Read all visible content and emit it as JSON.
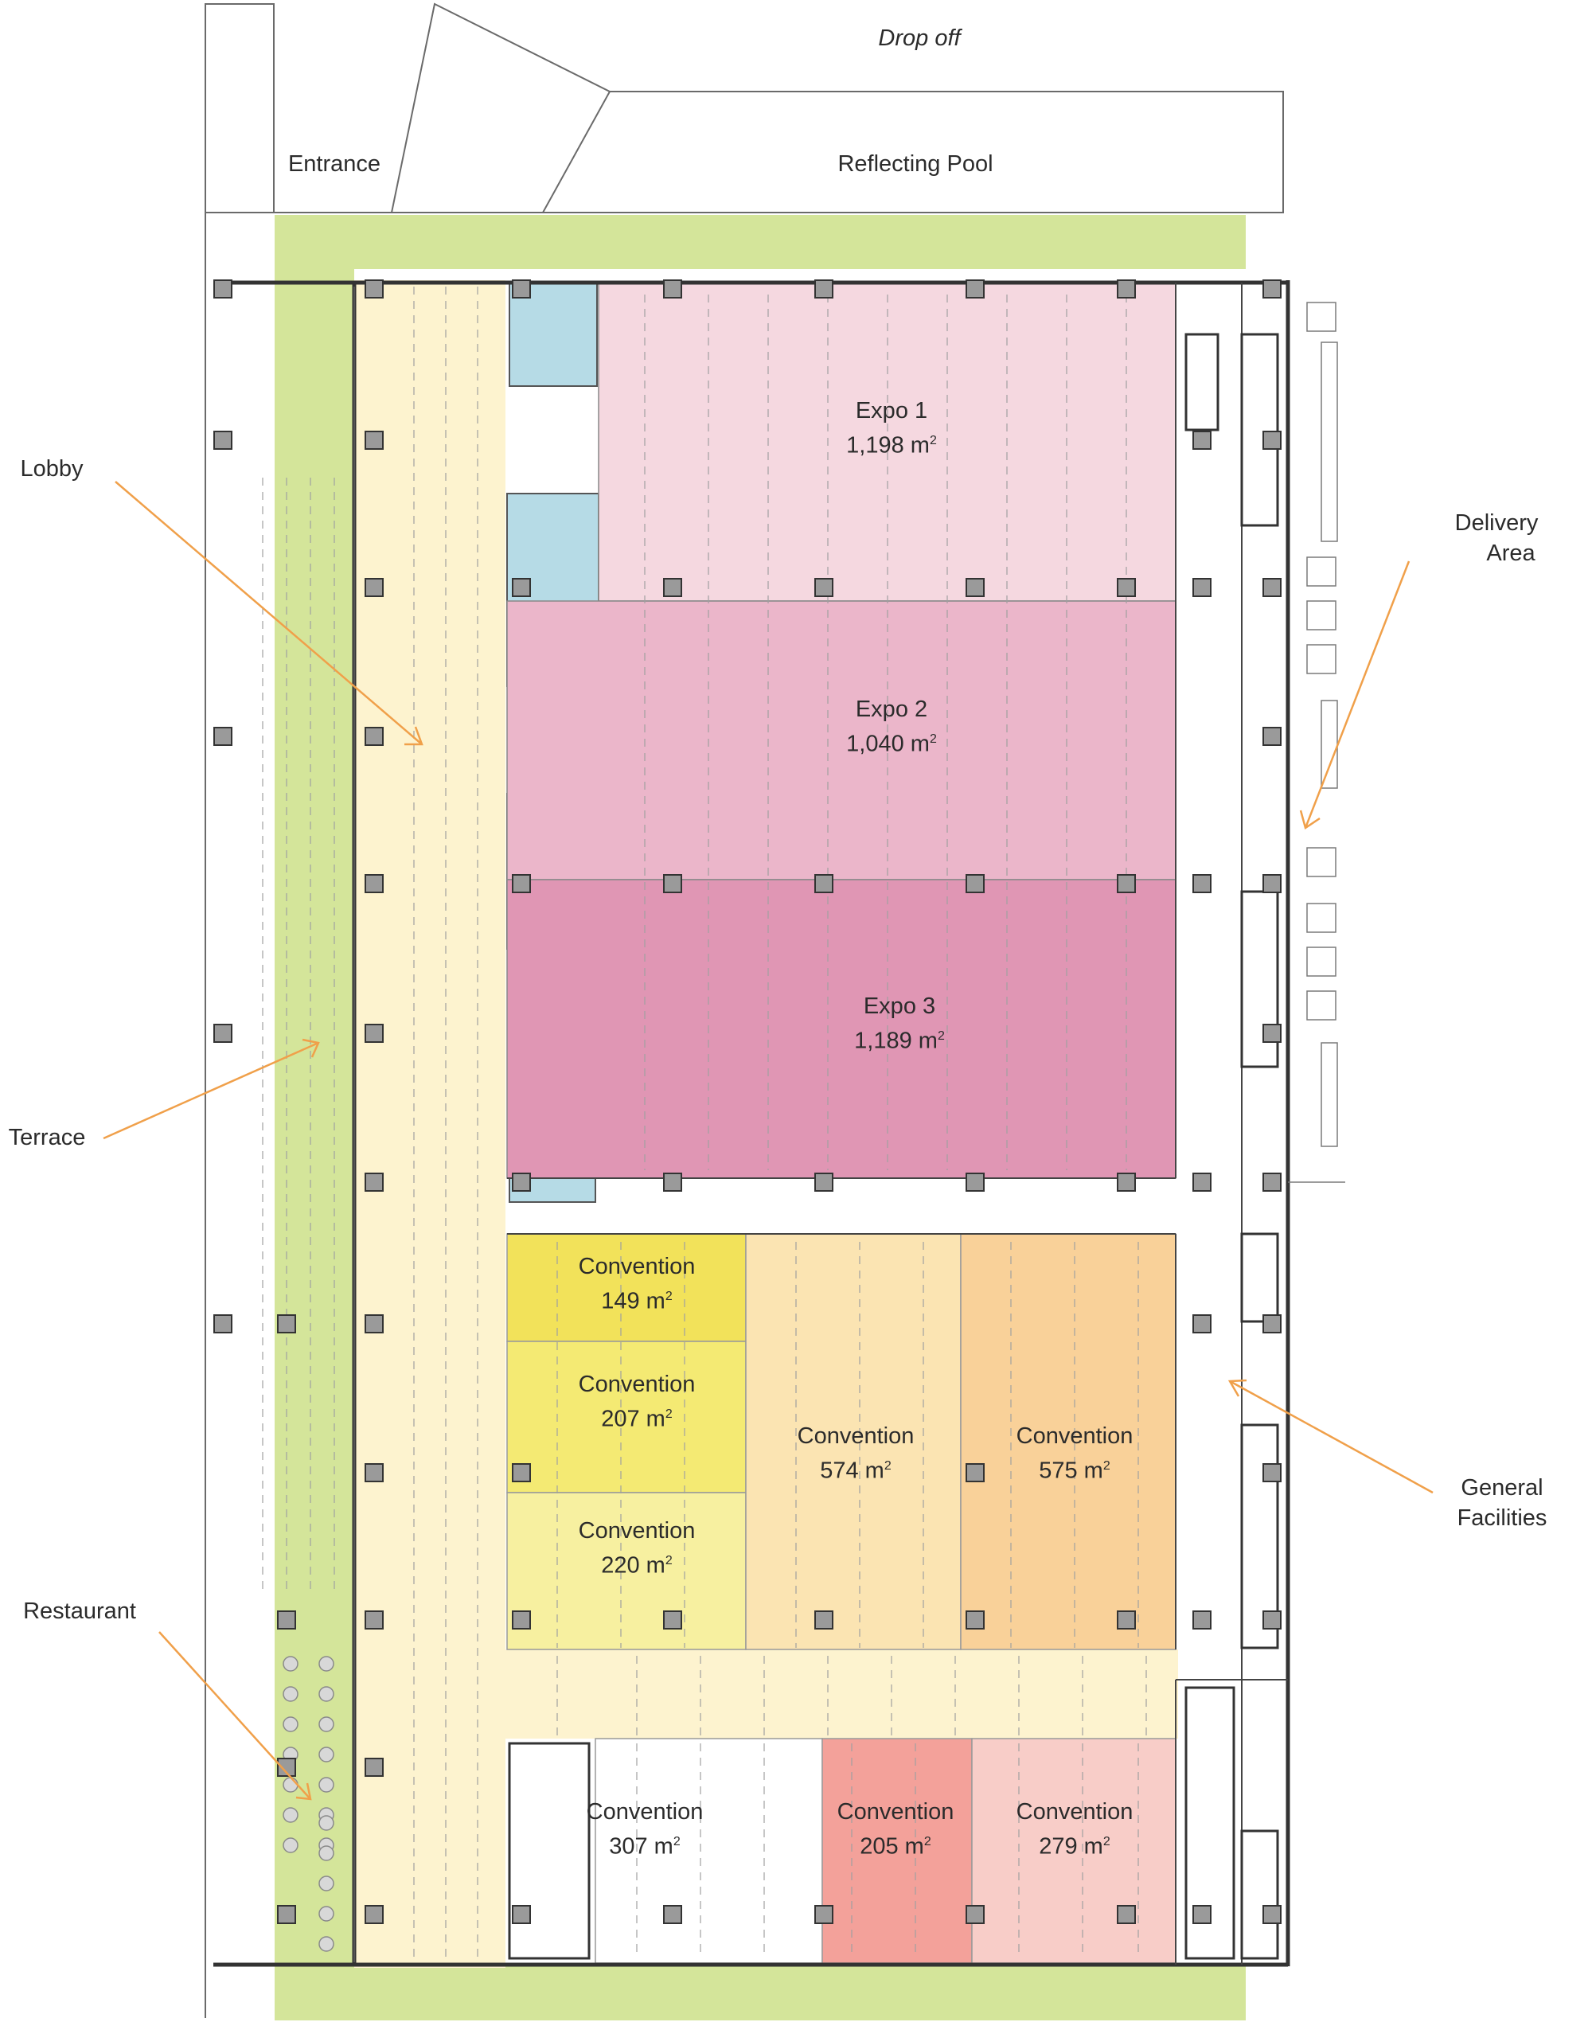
{
  "site": {
    "drop_off": "Drop off",
    "entrance": "Entrance",
    "reflecting_pool": "Reflecting Pool"
  },
  "callouts": {
    "lobby": "Lobby",
    "terrace": "Terrace",
    "restaurant": "Restaurant",
    "delivery_line1": "Delivery",
    "delivery_line2": "Area",
    "general_line1": "General",
    "general_line2": "Facilities"
  },
  "rooms": {
    "expo1": {
      "name": "Expo 1",
      "area": "1,198 m",
      "unit_sup": "2"
    },
    "expo2": {
      "name": "Expo 2",
      "area": "1,040 m",
      "unit_sup": "2"
    },
    "expo3": {
      "name": "Expo 3",
      "area": "1,189 m",
      "unit_sup": "2"
    },
    "conv149": {
      "name": "Convention",
      "area": "149 m",
      "unit_sup": "2"
    },
    "conv207": {
      "name": "Convention",
      "area": "207 m",
      "unit_sup": "2"
    },
    "conv220": {
      "name": "Convention",
      "area": "220 m",
      "unit_sup": "2"
    },
    "conv574": {
      "name": "Convention",
      "area": "574 m",
      "unit_sup": "2"
    },
    "conv575": {
      "name": "Convention",
      "area": "575 m",
      "unit_sup": "2"
    },
    "conv307": {
      "name": "Convention",
      "area": "307 m",
      "unit_sup": "2"
    },
    "conv205": {
      "name": "Convention",
      "area": "205 m",
      "unit_sup": "2"
    },
    "conv279": {
      "name": "Convention",
      "area": "279 m",
      "unit_sup": "2"
    }
  },
  "colors": {
    "terrace_green": "#d4e59a",
    "lobby_cream": "#fdf3cf",
    "expo1_pink": "#f5d8e0",
    "expo2_pink": "#ebb6ca",
    "expo3_pink": "#e096b4",
    "service_blue": "#b6dbe6",
    "conv149_yellow": "#f2e25a",
    "conv207_yellow": "#f4ea73",
    "conv220_yellow": "#f7f0a0",
    "conv574_peach": "#fbe4b2",
    "conv575_orange": "#f9d199",
    "conv307_white": "#ffffff",
    "conv205_red": "#f3a19a",
    "conv279_rose": "#f8cdc8",
    "arrow_orange": "#f0a04a",
    "column_grey": "#9a9a9a"
  }
}
